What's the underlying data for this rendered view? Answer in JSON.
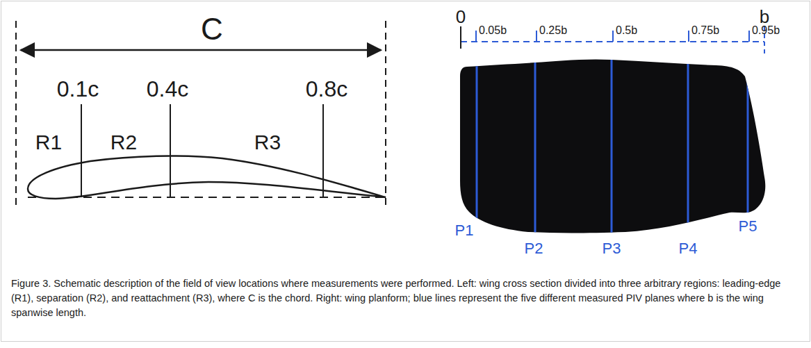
{
  "diagram": {
    "caption": "Figure 3. Schematic description of the field of view locations where measurements were performed. Left: wing cross section divided into three arbitrary regions: leading-edge (R1), separation (R2), and reattachment (R3), where C is the chord. Right: wing planform; blue lines represent the five different measured PIV planes where b is the wing spanwise length.",
    "labels": [
      "C",
      "0.1c",
      "0.4c",
      "0.8c",
      "R1",
      "R2",
      "R3",
      "0",
      "0.05b",
      "0.25b",
      "0.5b",
      "0.75b",
      "0.95b",
      "b",
      "P1",
      "P2",
      "P3",
      "P4",
      "P5"
    ]
  }
}
